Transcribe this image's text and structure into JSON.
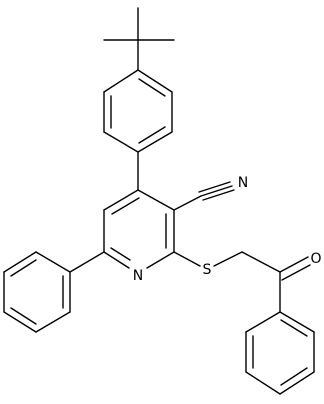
{
  "molecule": {
    "atom_labels": {
      "nitrile_n": "N",
      "pyridine_n": "N",
      "sulfur": "S",
      "carbonyl_o": "O"
    },
    "colors": {
      "bond": "#000000",
      "label": "#000000",
      "background": "#ffffff"
    }
  }
}
